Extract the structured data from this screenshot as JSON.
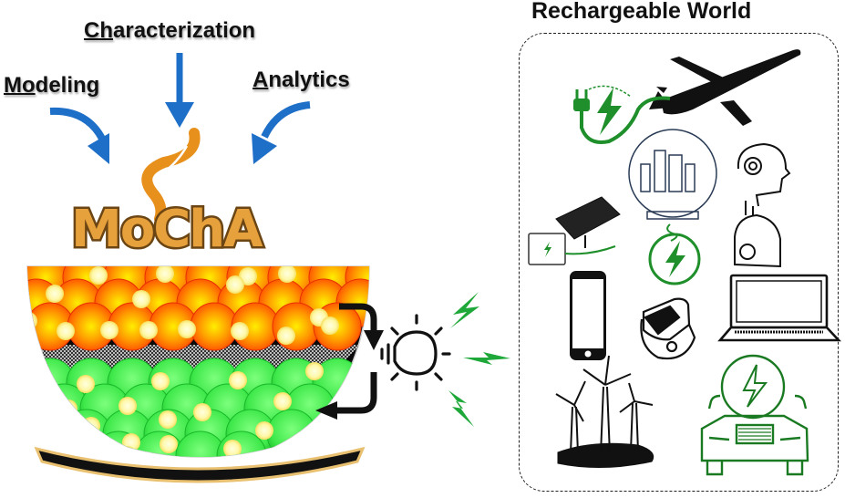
{
  "inputs": {
    "characterization": {
      "underlined": "Ch",
      "rest": "aracterization"
    },
    "modeling": {
      "underlined": "Mo",
      "rest": "deling"
    },
    "analytics": {
      "underlined": "A",
      "rest": "nalytics"
    }
  },
  "logo": {
    "text": "MoChA"
  },
  "world": {
    "title": "Rechargeable World",
    "items": [
      "electric-plane",
      "smart-city",
      "robot",
      "solar-battery",
      "phone",
      "smartwatch",
      "laptop",
      "wind-turbines",
      "electric-car"
    ]
  },
  "colors": {
    "arrow_blue": "#1e6fc8",
    "logo_fill": "#e7a13c",
    "logo_stroke": "#6b4513",
    "steam_orange": "#e8901c",
    "cathode_orange": "#ff8c00",
    "anode_green": "#3ee84a",
    "ion_yellow": "#fff7a0",
    "bolt_green": "#1fa83a",
    "eco_green": "#1e8f2a"
  }
}
